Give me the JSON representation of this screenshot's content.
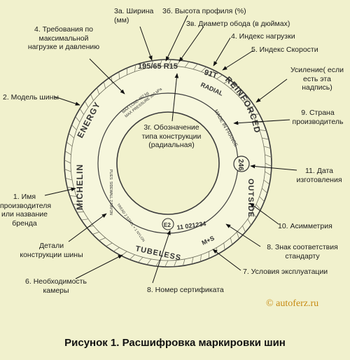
{
  "diagram": {
    "caption": "Рисунок 1. Расшифровка маркировки шин",
    "copyright": "© autoferz.ru",
    "colors": {
      "background": "#f1f1cd",
      "tire_fill": "#f6f6dc",
      "tire_stroke": "#3c3c3c",
      "arrow": "#111111",
      "copyright": "#c78a12"
    },
    "tire_markings": {
      "size": "195/65 R15",
      "load_speed": "91T",
      "radial": "RADIAL",
      "reinforced": "REINFORCED",
      "made_in": "MADE IN FRANCE",
      "date_code": "246",
      "outside": "OUTSIDE",
      "certificate_no": "11 021234",
      "cert_mark": "E2",
      "ms": "M+S",
      "tubeless": "TUBELESS",
      "manufacturer": "MICHELIN",
      "model": "ENERGY",
      "max_load": "MAX LOAD 497 kg",
      "max_pressure": "MAX PRESSURE 300 kPa",
      "ply_details": "PLIES: SIDEWALL 2 RAYON",
      "tread_details": "TREAD 2 STEEL + 1 NYLON"
    },
    "labels": {
      "width": "3а. Ширина\n(мм)",
      "profile": "3б. Высота профиля (%)",
      "rim": "3в. Диаметр обода (в дюймах)",
      "load_index": "4. Индекс нагрузки",
      "speed_index": "5. Индекс Скорости",
      "reinforced": "Усиление( если\nесть эта\nнадпись)",
      "load_pressure_req": "4. Требования по\nмаксимальной\nнагрузке и давлению",
      "model": "2. Модель шины",
      "country": "9. Страна\nпроизводитель",
      "construction": "3г. Обозначение\nтипа конструкции\n(радиальная)",
      "date": "11. Дата\nизготовления",
      "manufacturer": "1. Имя\nпроизводителя\nили название\nбренда",
      "asymmetry": "10. Асимметрия",
      "carcass": "Детали\nконструкции шины",
      "standard": "8. Знак соответствия\nстандарту",
      "conditions": "7. Условия эксплуатации",
      "tube": "6. Необходимость\nкамеры",
      "certificate": "8. Номер сертификата"
    }
  }
}
